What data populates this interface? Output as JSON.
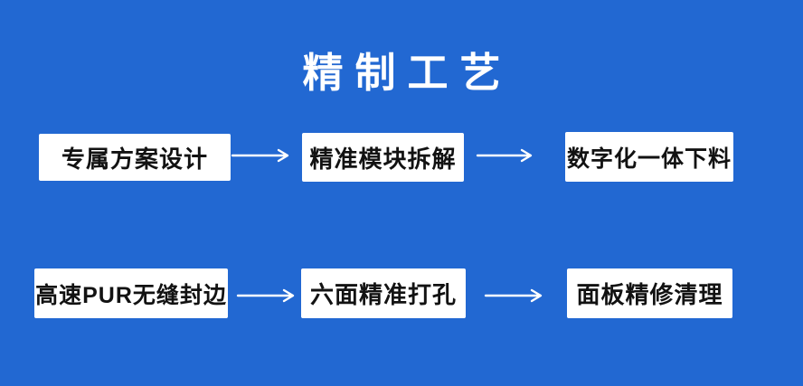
{
  "title": "精制工艺",
  "flow": {
    "rows": [
      {
        "steps": [
          {
            "label": "专属方案设计"
          },
          {
            "label": "精准模块拆解"
          },
          {
            "label": "数字化一体下料"
          }
        ]
      },
      {
        "steps": [
          {
            "label": "高速PUR无缝封边"
          },
          {
            "label": "六面精准打孔"
          },
          {
            "label": "面板精修清理"
          }
        ]
      }
    ],
    "connector_glyph": "→"
  },
  "colors": {
    "background": "#2268d2",
    "box_background": "#ffffff",
    "box_text": "#121212",
    "title_text": "#ffffff",
    "arrow": "#ffffff"
  }
}
